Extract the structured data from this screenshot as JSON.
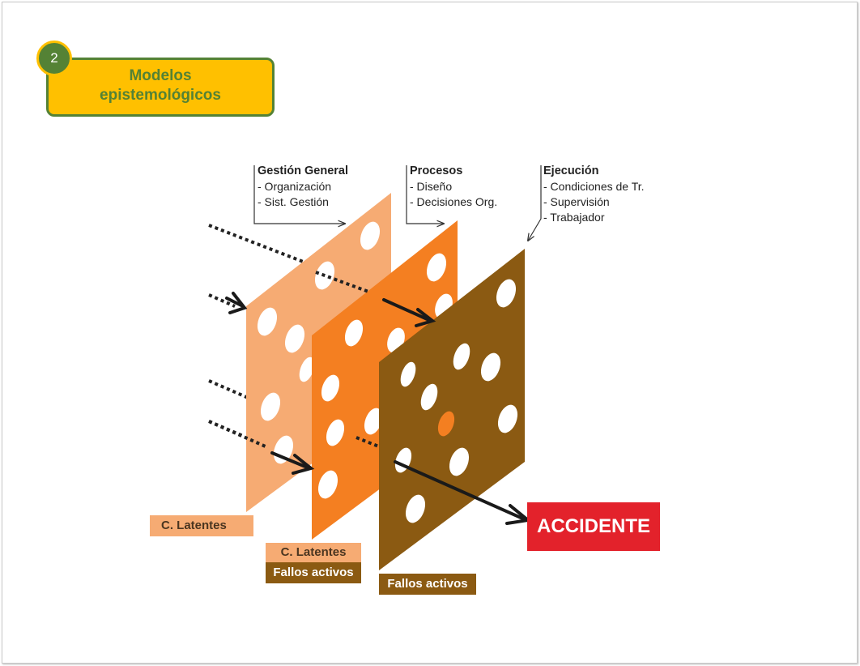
{
  "badge": {
    "number": "2",
    "title_line1": "Modelos",
    "title_line2": "epistemológicos"
  },
  "colors": {
    "badge_fill": "#ffc000",
    "badge_green": "#548235",
    "layer1": "#f6ab73",
    "layer2": "#f47f21",
    "layer3": "#8b5a12",
    "accident": "#e3222b"
  },
  "headers": [
    {
      "title": "Gestión General",
      "items": [
        "- Organización",
        "- Sist. Gestión"
      ]
    },
    {
      "title": "Procesos",
      "items": [
        "- Diseño",
        "- Decisiones Org."
      ]
    },
    {
      "title": "Ejecución",
      "items": [
        "- Condiciones de Tr.",
        "- Supervisión",
        "- Trabajador"
      ]
    }
  ],
  "labels": {
    "layer1": "C. Latentes",
    "layer2_top": "C. Latentes",
    "layer2_bottom": "Fallos activos",
    "layer3": "Fallos activos",
    "outcome": "ACCIDENTE"
  }
}
